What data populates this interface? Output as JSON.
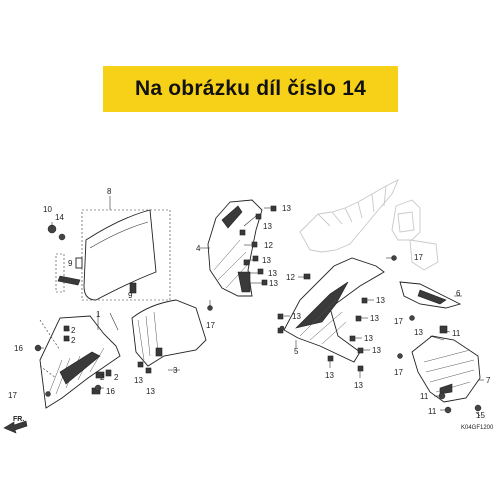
{
  "banner": {
    "text": "Na obrázku díl číslo 14",
    "color": "#f7d117"
  },
  "diagram": {
    "code": "K04GF1200",
    "fr_label": "FR.",
    "callouts": {
      "c1": "1",
      "c2a": "2",
      "c2b": "2",
      "c2c": "2",
      "c2d": "2",
      "c3": "3",
      "c4": "4",
      "c5": "5",
      "c6": "6",
      "c7": "7",
      "c8": "8",
      "c9a": "9",
      "c9b": "9",
      "c10": "10",
      "c11a": "11",
      "c11b": "11",
      "c11c": "11",
      "c12a": "12",
      "c12b": "12",
      "c13a": "13",
      "c13b": "13",
      "c13c": "13",
      "c13d": "13",
      "c13e": "13",
      "c13f": "13",
      "c13g": "13",
      "c13h": "13",
      "c13i": "13",
      "c13j": "13",
      "c13k": "13",
      "c13l": "13",
      "c13m": "13",
      "c13n": "13",
      "c13o": "13",
      "c14": "14",
      "c15": "15",
      "c16a": "16",
      "c16b": "16",
      "c17a": "17",
      "c17b": "17",
      "c17c": "17",
      "c17d": "17",
      "c17e": "17"
    }
  }
}
